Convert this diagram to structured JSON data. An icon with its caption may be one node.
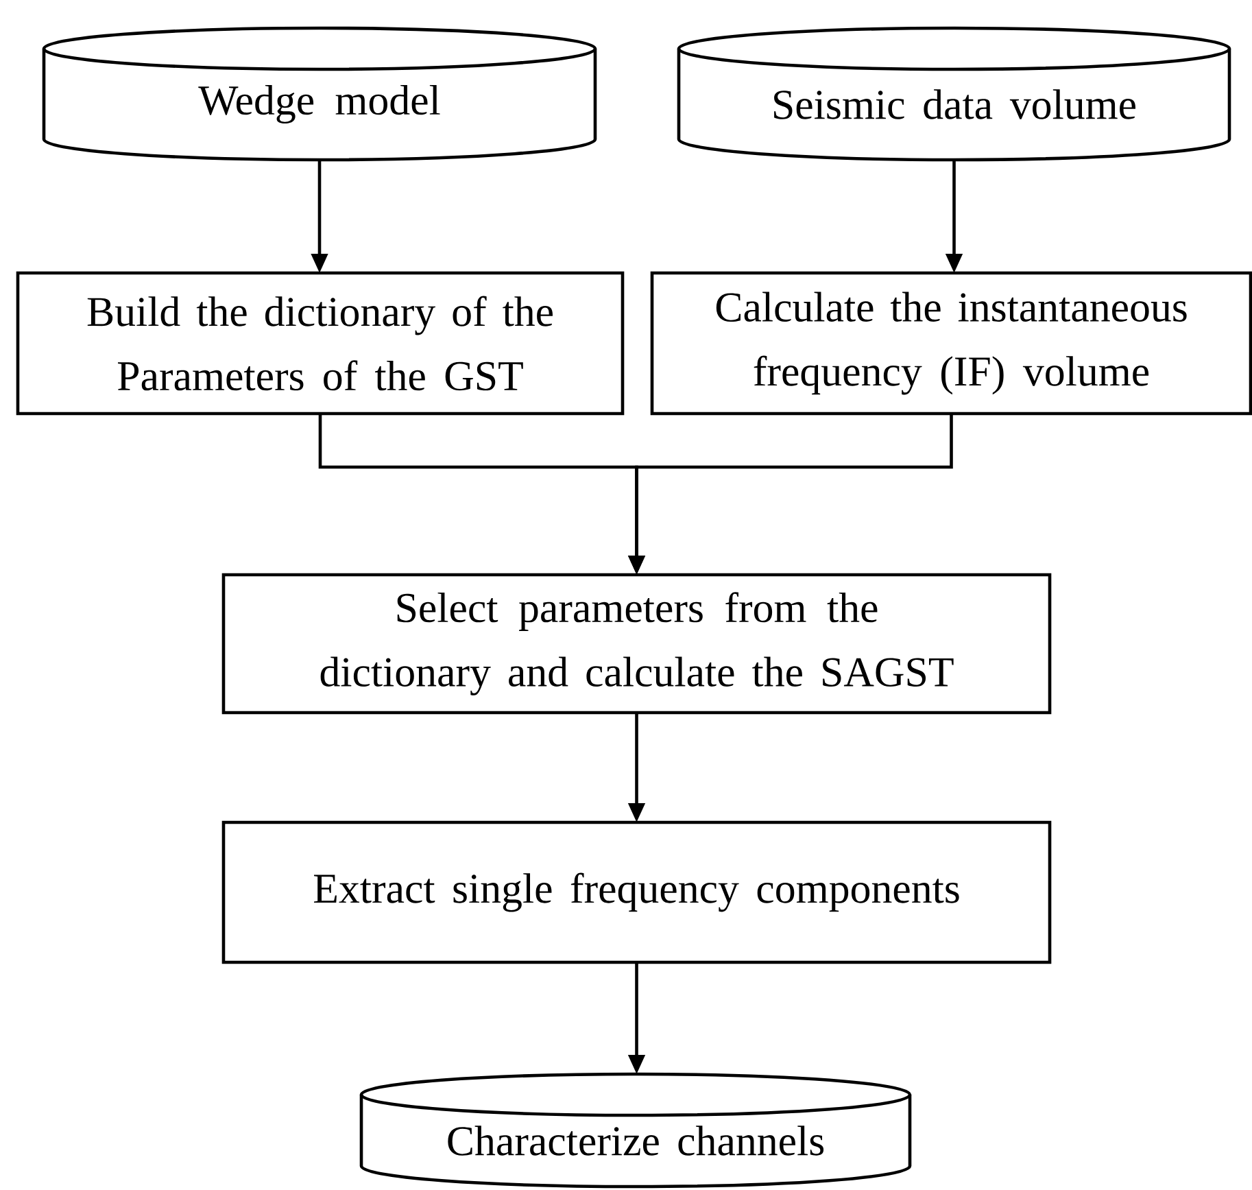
{
  "diagram": {
    "nodes": [
      {
        "text": [
          "Wedge model"
        ]
      },
      {
        "text": [
          "Seismic data volume"
        ]
      },
      {
        "text": [
          "Build the dictionary of the Parameters of the GST"
        ]
      },
      {
        "text": [
          "Calculate the instantaneous frequency (IF) volume"
        ]
      },
      {
        "text": [
          "Select parameters from the dictionary and calculate the SAGST"
        ]
      },
      {
        "text": [
          "Extract single frequency components"
        ]
      },
      {
        "text": [
          "Characterize channels"
        ]
      }
    ],
    "edges": [
      {
        "from": 0,
        "to": 2,
        "arrow": "to"
      },
      {
        "from": 1,
        "to": 3,
        "arrow": "to"
      },
      {
        "from": 2,
        "to": 4,
        "arrow": "to"
      },
      {
        "from": 3,
        "to": 4,
        "arrow": "to"
      },
      {
        "from": 4,
        "to": 5,
        "arrow": "to"
      },
      {
        "from": 5,
        "to": 6,
        "arrow": "to"
      }
    ]
  }
}
